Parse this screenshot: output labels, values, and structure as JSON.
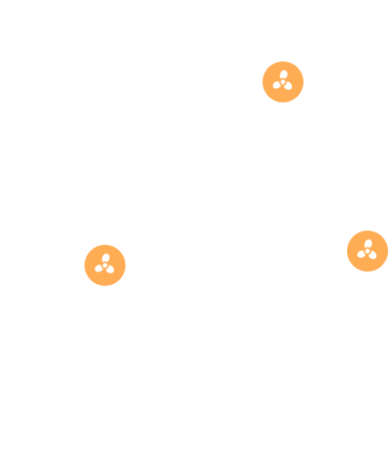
{
  "map": {
    "background_color": "#ffffff",
    "marker_color": "#FFAD55",
    "marker_icon": "fan-icon",
    "markers": [
      {
        "id": "marker-1"
      },
      {
        "id": "marker-2"
      },
      {
        "id": "marker-3"
      }
    ]
  }
}
